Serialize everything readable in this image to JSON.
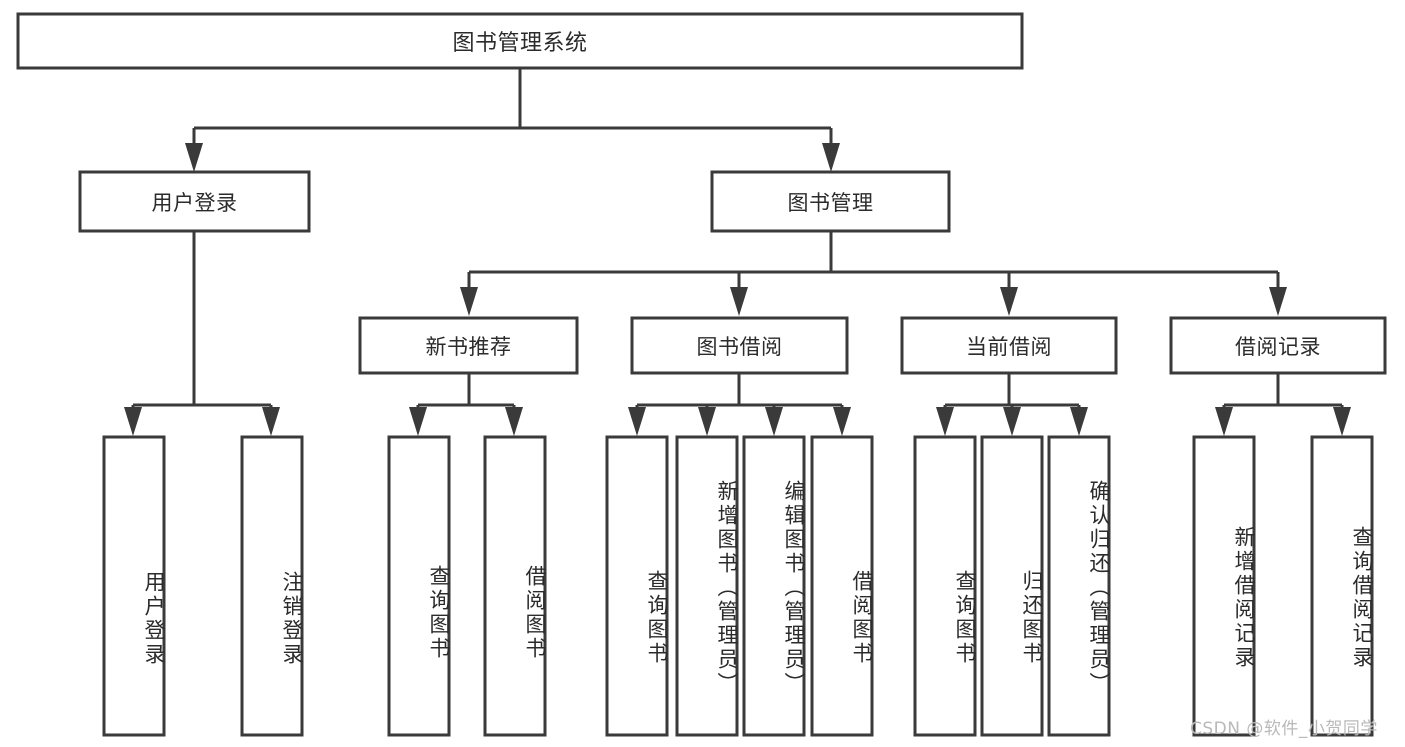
{
  "diagram": {
    "title": "图书管理系统",
    "type": "tree-hierarchy",
    "orientation": "top-down",
    "style": {
      "box_fill": "#ffffff",
      "box_stroke": "#3a3a3a",
      "connector_stroke": "#3a3a3a",
      "text_color": "#2b2b2b",
      "background": "#ffffff"
    }
  },
  "nodes": {
    "root": {
      "label": "图书管理系统",
      "level": 1,
      "text_direction": "horizontal"
    },
    "level2": [
      {
        "id": "user-login",
        "label": "用户登录",
        "text_direction": "horizontal"
      },
      {
        "id": "book-management",
        "label": "图书管理",
        "text_direction": "horizontal"
      }
    ],
    "level3": [
      {
        "id": "new-book-recommend",
        "label": "新书推荐",
        "text_direction": "horizontal"
      },
      {
        "id": "book-borrow",
        "label": "图书借阅",
        "text_direction": "horizontal"
      },
      {
        "id": "current-borrow",
        "label": "当前借阅",
        "text_direction": "horizontal"
      },
      {
        "id": "borrow-record",
        "label": "借阅记录",
        "text_direction": "horizontal"
      }
    ],
    "leaves": {
      "user-login": [
        {
          "id": "leaf-user-login",
          "label": "用户登录"
        },
        {
          "id": "leaf-logout",
          "label": "注销登录"
        }
      ],
      "new-book-recommend": [
        {
          "id": "leaf-query-book-1",
          "label": "查询图书"
        },
        {
          "id": "leaf-borrow-book-1",
          "label": "借阅图书"
        }
      ],
      "book-borrow": [
        {
          "id": "leaf-query-book-2",
          "label": "查询图书"
        },
        {
          "id": "leaf-add-book",
          "label": "新增图书（管理员）"
        },
        {
          "id": "leaf-edit-book",
          "label": "编辑图书（管理员）"
        },
        {
          "id": "leaf-borrow-book-2",
          "label": "借阅图书"
        }
      ],
      "current-borrow": [
        {
          "id": "leaf-query-book-3",
          "label": "查询图书"
        },
        {
          "id": "leaf-return-book",
          "label": "归还图书"
        },
        {
          "id": "leaf-confirm-return",
          "label": "确认归还（管理员）"
        }
      ],
      "borrow-record": [
        {
          "id": "leaf-add-record",
          "label": "新增借阅记录"
        },
        {
          "id": "leaf-query-record",
          "label": "查询借阅记录"
        }
      ]
    }
  },
  "watermark": {
    "text": "CSDN @软件_小贺同学"
  }
}
